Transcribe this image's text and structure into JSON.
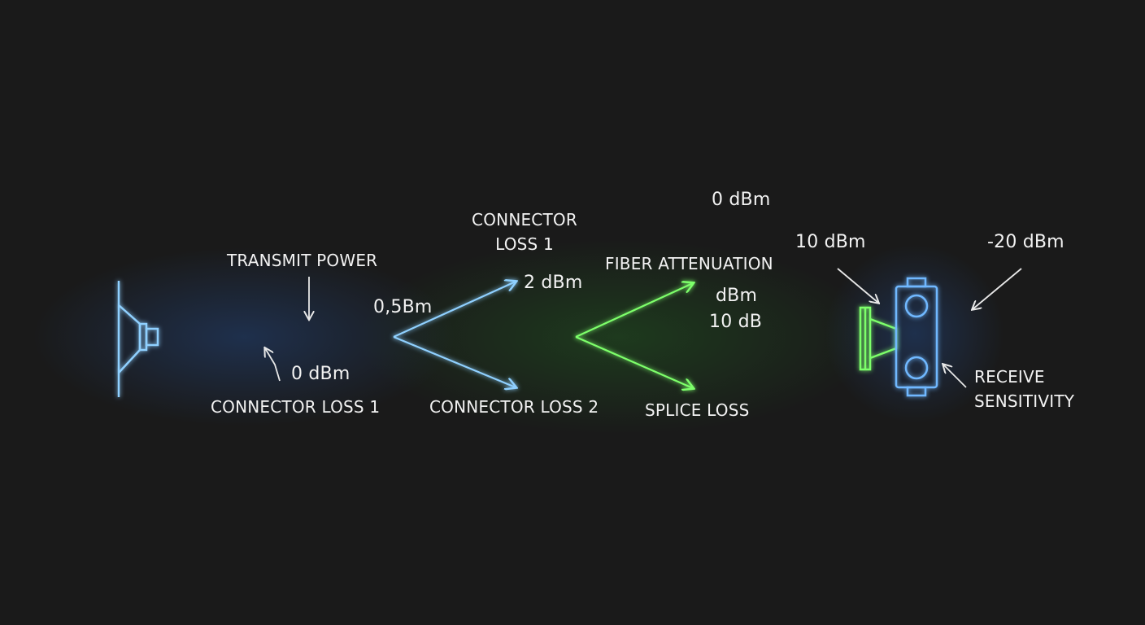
{
  "labels": {
    "transmit_power": "TRANSMIT POWER",
    "connector_loss_1_top_line1": "CONNECTOR",
    "connector_loss_1_top_line2": "LOSS 1",
    "val_05bm": "0,5Bm",
    "val_2dbm": "2 dBm",
    "val_0dbm_left": "0 dBm",
    "connector_loss_1_bottom": "CONNECTOR LOSS 1",
    "connector_loss_2": "CONNECTOR LOSS 2",
    "val_0dbm_top": "0 dBm",
    "fiber_attenuation": "FIBER ATTENUATION",
    "val_dbm": "dBm",
    "val_10db": "10 dB",
    "splice_loss": "SPLICE LOSS",
    "val_10dbm": "10 dBm",
    "val_minus20dbm": "-20 dBm",
    "receive_sensitivity_line1": "RECEIVE",
    "receive_sensitivity_line2": "SENSITIVITY"
  },
  "colors": {
    "background": "#1a1a1a",
    "blue_trace": "#8fd0ff",
    "blue_glow": "#2f7dff",
    "green_trace": "#7dff6a",
    "green_glow": "#2ecc2e",
    "text": "#f2f2f2",
    "arrow_white": "#e8e8e8"
  },
  "icons": {
    "transmitter": "transmitter-icon",
    "receiver": "receiver-icon",
    "connector": "connector-icon"
  }
}
